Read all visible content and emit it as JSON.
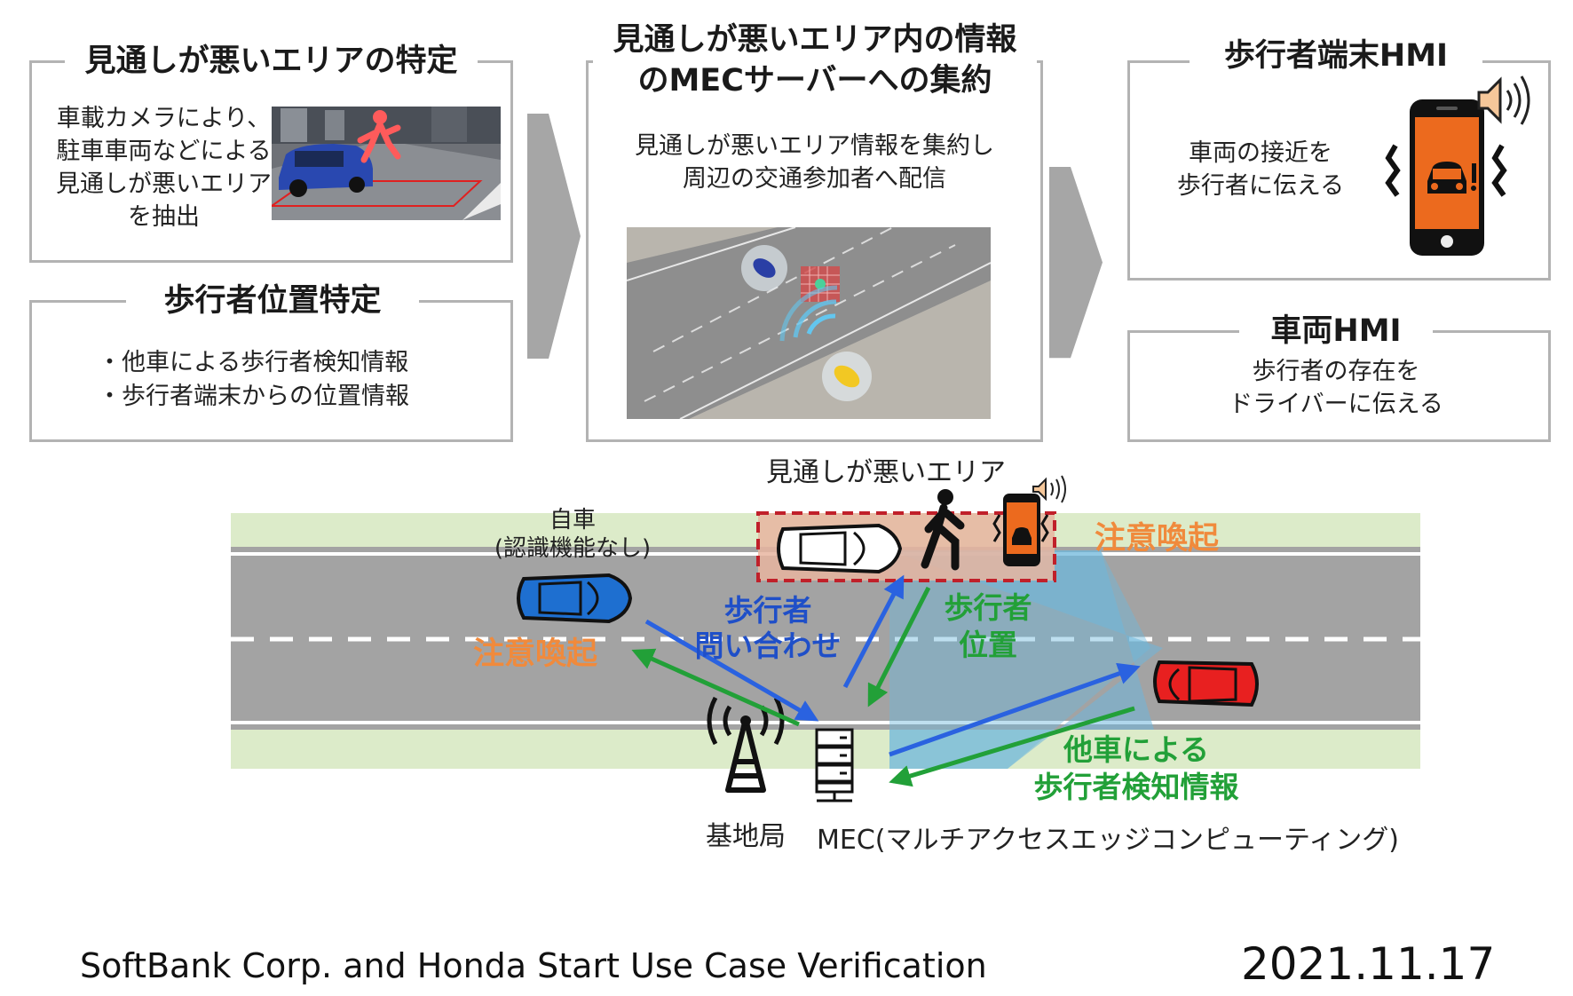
{
  "panels": {
    "area_identify": {
      "title": "見通しが悪いエリアの特定",
      "lines": [
        "車載カメラにより、",
        "駐車車両などによる",
        "見通しが悪いエリア",
        "を抽出"
      ]
    },
    "pedestrian_position": {
      "title": "歩行者位置特定",
      "lines": [
        "・他車による歩行者検知情報",
        "・歩行者端末からの位置情報"
      ]
    },
    "mec_aggregation": {
      "title_lines": [
        "見通しが悪いエリア内の情報",
        "のMECサーバーへの集約"
      ],
      "lines": [
        "見通しが悪いエリア情報を集約し",
        "周辺の交通参加者へ配信"
      ]
    },
    "pedestrian_hmi": {
      "title": "歩行者端末HMI",
      "lines": [
        "車両の接近を",
        "歩行者に伝える"
      ]
    },
    "vehicle_hmi": {
      "title": "車両HMI",
      "lines": [
        "歩行者の存在を",
        "ドライバーに伝える"
      ]
    }
  },
  "diagram": {
    "poor_visibility_area": "見通しが悪いエリア",
    "own_vehicle": "自車",
    "own_vehicle_note": "(認識機能なし)",
    "alert_right": "注意喚起",
    "alert_left": "注意喚起",
    "pedestrian_query": [
      "歩行者",
      "問い合わせ"
    ],
    "pedestrian_position": [
      "歩行者",
      "位置"
    ],
    "other_vehicle_detection": [
      "他車による",
      "歩行者検知情報"
    ],
    "base_station": "基地局",
    "mec": "MEC(マルチアクセスエッジコンピューティング)"
  },
  "footer": {
    "title": "SoftBank Corp. and Honda Start Use Case Verification",
    "date": "2021.11.17"
  },
  "colors": {
    "alert_orange": "#f08a3c",
    "query_blue": "#1f4fc8",
    "position_green": "#22a038",
    "phone_orange": "#ec6a1e",
    "road_gray": "#a3a3a3",
    "shoulder_green": "#dcebc9"
  }
}
